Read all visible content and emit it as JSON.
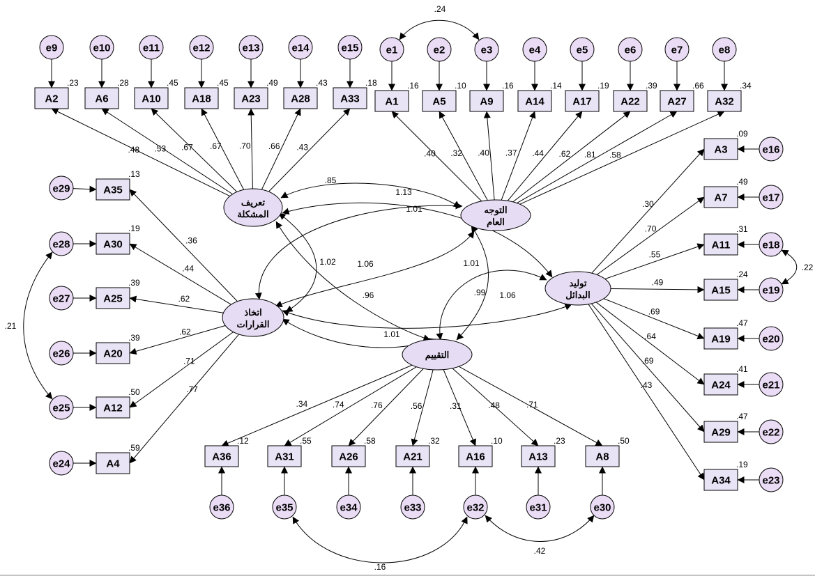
{
  "indicators": [
    {
      "id": "A2",
      "r2": ".23"
    },
    {
      "id": "A6",
      "r2": ".28"
    },
    {
      "id": "A10",
      "r2": ".45"
    },
    {
      "id": "A18",
      "r2": ".45"
    },
    {
      "id": "A23",
      "r2": ".49"
    },
    {
      "id": "A28",
      "r2": ".43"
    },
    {
      "id": "A33",
      "r2": ".18"
    },
    {
      "id": "A1",
      "r2": ".16"
    },
    {
      "id": "A5",
      "r2": ".10"
    },
    {
      "id": "A9",
      "r2": ".16"
    },
    {
      "id": "A14",
      "r2": ".14"
    },
    {
      "id": "A17",
      "r2": ".19"
    },
    {
      "id": "A22",
      "r2": ".39"
    },
    {
      "id": "A27",
      "r2": ".66"
    },
    {
      "id": "A32",
      "r2": ".34"
    },
    {
      "id": "A3",
      "r2": ".09"
    },
    {
      "id": "A7",
      "r2": ".49"
    },
    {
      "id": "A11",
      "r2": ".31"
    },
    {
      "id": "A15",
      "r2": ".24"
    },
    {
      "id": "A19",
      "r2": ".47"
    },
    {
      "id": "A24",
      "r2": ".41"
    },
    {
      "id": "A29",
      "r2": ".47"
    },
    {
      "id": "A34",
      "r2": ".19"
    },
    {
      "id": "A35",
      "r2": ".13"
    },
    {
      "id": "A30",
      "r2": ".19"
    },
    {
      "id": "A25",
      "r2": ".39"
    },
    {
      "id": "A20",
      "r2": ".39"
    },
    {
      "id": "A12",
      "r2": ".50"
    },
    {
      "id": "A4",
      "r2": ".59"
    },
    {
      "id": "A36",
      "r2": ".12"
    },
    {
      "id": "A31",
      "r2": ".55"
    },
    {
      "id": "A26",
      "r2": ".58"
    },
    {
      "id": "A21",
      "r2": ".32"
    },
    {
      "id": "A16",
      "r2": ".10"
    },
    {
      "id": "A13",
      "r2": ".23"
    },
    {
      "id": "A8",
      "r2": ".50"
    }
  ],
  "errors": [
    "e9",
    "e10",
    "e11",
    "e12",
    "e13",
    "e14",
    "e15",
    "e1",
    "e2",
    "e3",
    "e4",
    "e5",
    "e6",
    "e7",
    "e8",
    "e16",
    "e17",
    "e18",
    "e19",
    "e20",
    "e21",
    "e22",
    "e23",
    "e29",
    "e28",
    "e27",
    "e26",
    "e25",
    "e24",
    "e36",
    "e35",
    "e34",
    "e33",
    "e32",
    "e31",
    "e30"
  ],
  "latents": [
    {
      "key": "L1",
      "line1": "تعريف",
      "line2": "المشكلة"
    },
    {
      "key": "L2",
      "line1": "التوجه",
      "line2": "العام"
    },
    {
      "key": "L3",
      "line1": "توليد",
      "line2": "البدائل"
    },
    {
      "key": "L4",
      "line1": "اتخاذ",
      "line2": "القرارات"
    },
    {
      "key": "L5",
      "line1": "التقييم",
      "line2": ""
    }
  ],
  "loadings": {
    "A2": ".48",
    "A6": ".53",
    "A10": ".67",
    "A18": ".67",
    "A23": ".70",
    "A28": ".66",
    "A33": ".43",
    "A1": ".40",
    "A5": ".32",
    "A9": ".40",
    "A14": ".37",
    "A17": ".44",
    "A22": ".62",
    "A27": ".81",
    "A32": ".58",
    "A3": ".30",
    "A7": ".70",
    "A11": ".55",
    "A15": ".49",
    "A19": ".69",
    "A24": ".64",
    "A29": ".69",
    "A34": ".43",
    "A35": ".36",
    "A30": ".44",
    "A25": ".62",
    "A20": ".62",
    "A12": ".71",
    "A4": ".77",
    "A36": ".34",
    "A31": ".74",
    "A26": ".76",
    "A21": ".56",
    "A16": ".31",
    "A13": ".48",
    "A8": ".71"
  },
  "latent_covariances": [
    {
      "from": "L1",
      "to": "L2",
      "value": ".85"
    },
    {
      "from": "L1",
      "to": "L3",
      "value": "1.13"
    },
    {
      "from": "L4",
      "to": "L2",
      "value": "1.01"
    },
    {
      "from": "L1",
      "to": "L4",
      "value": "1.02"
    },
    {
      "from": "L4",
      "to": "L2",
      "value": "1.06"
    },
    {
      "from": "L1",
      "to": "L5",
      "value": ".96"
    },
    {
      "from": "L2",
      "to": "L5",
      "value": ".99"
    },
    {
      "from": "L5",
      "to": "L3",
      "value": "1.01"
    },
    {
      "from": "L3",
      "to": "L4",
      "value": "1.06"
    },
    {
      "from": "L4",
      "to": "L5",
      "value": "1.01"
    }
  ],
  "error_covariances": [
    {
      "from": "e1",
      "to": "e3",
      "value": ".24"
    },
    {
      "from": "e18",
      "to": "e19",
      "value": ".22"
    },
    {
      "from": "e28",
      "to": "e25",
      "value": ".21"
    },
    {
      "from": "e35",
      "to": "e32",
      "value": ".16"
    },
    {
      "from": "e32",
      "to": "e30",
      "value": ".42"
    }
  ],
  "colors": {
    "box_fill": "#e8e3f5",
    "box_stroke": "#000000",
    "error_fill": "#eadcf5",
    "latent_fill": "#e6dcf3",
    "line": "#000000"
  }
}
